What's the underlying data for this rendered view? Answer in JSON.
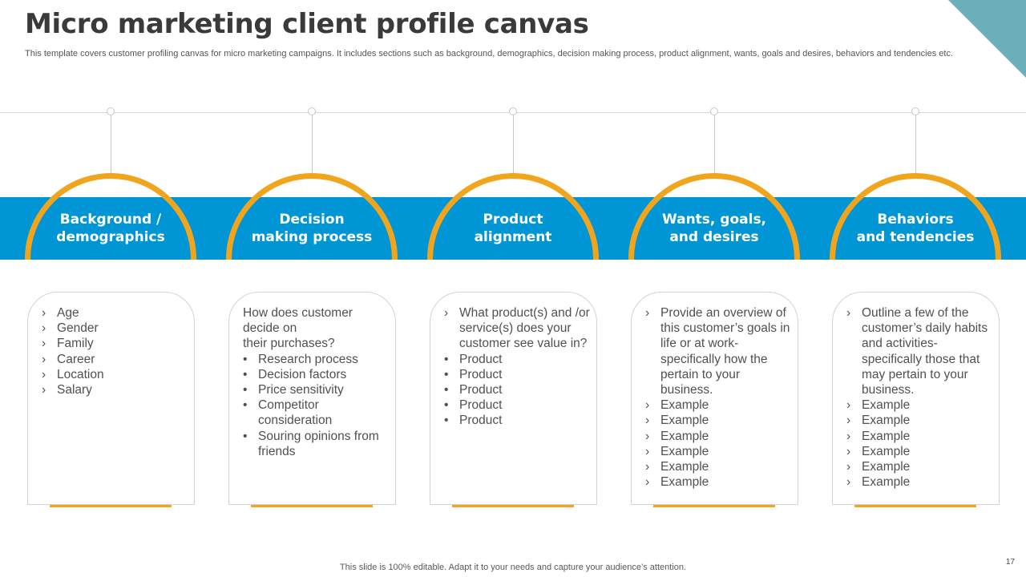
{
  "title": "Micro marketing client profile canvas",
  "subtitle": "This template covers customer profiling canvas for micro marketing campaigns. It includes sections such as background, demographics, decision making process, product alignment, wants, goals and desires, behaviors and tendencies etc.",
  "colors": {
    "band": "#0096d6",
    "accent": "#f0a51c",
    "corner": "#6aafba"
  },
  "columns": [
    {
      "title_line1": "Background /",
      "title_line2": "demographics",
      "intro": [],
      "items": [
        {
          "marker": "›",
          "text": "Age"
        },
        {
          "marker": "›",
          "text": "Gender"
        },
        {
          "marker": "›",
          "text": "Family"
        },
        {
          "marker": "›",
          "text": "Career"
        },
        {
          "marker": "›",
          "text": "Location"
        },
        {
          "marker": "›",
          "text": "Salary"
        }
      ]
    },
    {
      "title_line1": "Decision",
      "title_line2": "making process",
      "intro": [
        "How does customer",
        "decide on",
        "their purchases?"
      ],
      "items": [
        {
          "marker": "•",
          "text": "Research process"
        },
        {
          "marker": "•",
          "text": "Decision factors"
        },
        {
          "marker": "•",
          "text": "Price sensitivity"
        },
        {
          "marker": "•",
          "text": "Competitor consideration"
        },
        {
          "marker": "•",
          "text": "Souring opinions from friends"
        }
      ]
    },
    {
      "title_line1": "Product",
      "title_line2": "alignment",
      "intro": [],
      "items": [
        {
          "marker": "›",
          "text": "What product(s) and /or service(s) does your customer see value in?"
        },
        {
          "marker": "•",
          "text": "Product"
        },
        {
          "marker": "•",
          "text": "Product"
        },
        {
          "marker": "•",
          "text": "Product"
        },
        {
          "marker": "•",
          "text": "Product"
        },
        {
          "marker": "•",
          "text": "Product"
        }
      ]
    },
    {
      "title_line1": "Wants, goals,",
      "title_line2": "and desires",
      "intro": [],
      "items": [
        {
          "marker": "›",
          "text": "Provide an overview of this customer’s goals in life or at work-specifically how the pertain to your business."
        },
        {
          "marker": "›",
          "text": "Example"
        },
        {
          "marker": "›",
          "text": "Example"
        },
        {
          "marker": "›",
          "text": "Example"
        },
        {
          "marker": "›",
          "text": "Example"
        },
        {
          "marker": "›",
          "text": "Example"
        },
        {
          "marker": "›",
          "text": "Example"
        }
      ]
    },
    {
      "title_line1": "Behaviors",
      "title_line2": "and tendencies",
      "intro": [],
      "items": [
        {
          "marker": "›",
          "text": "Outline a few of the customer’s daily habits and activities-specifically those that may pertain to your business."
        },
        {
          "marker": "›",
          "text": "Example"
        },
        {
          "marker": "›",
          "text": "Example"
        },
        {
          "marker": "›",
          "text": "Example"
        },
        {
          "marker": "›",
          "text": "Example"
        },
        {
          "marker": "›",
          "text": "Example"
        },
        {
          "marker": "›",
          "text": "Example"
        }
      ]
    }
  ],
  "footer": "This slide is 100% editable. Adapt it to your needs and capture your audience’s attention.",
  "page_number": "17"
}
